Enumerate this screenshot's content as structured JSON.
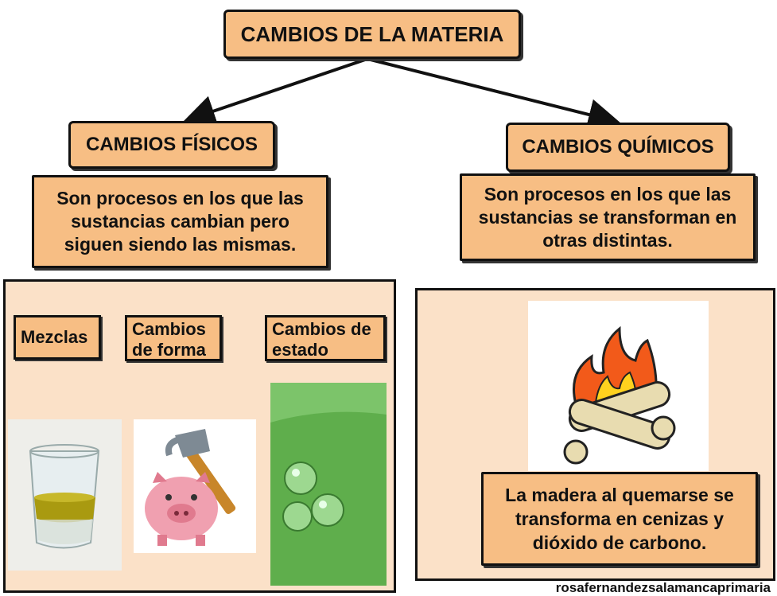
{
  "title": "CAMBIOS DE LA MATERIA",
  "physical": {
    "heading": "CAMBIOS FÍSICOS",
    "definition": "Son procesos en los que las sustancias cambian pero siguen siendo las mismas.",
    "categories": [
      "Mezclas",
      "Cambios de forma",
      "Cambios de estado"
    ],
    "images": [
      "glass-of-oil-and-water",
      "piggy-bank-with-hammer",
      "water-drops-on-leaf"
    ]
  },
  "chemical": {
    "heading": "CAMBIOS QUÍMICOS",
    "definition": "Son procesos en los que las sustancias se transforman en otras distintas.",
    "image": "campfire-burning-logs",
    "example": "La madera al quemarse se transforma en cenizas y dióxido de carbono."
  },
  "credit": "rosafernandezsalamancaprimaria",
  "colors": {
    "box": "#f7be84",
    "panel": "#fbe1c8",
    "border": "#111111"
  }
}
